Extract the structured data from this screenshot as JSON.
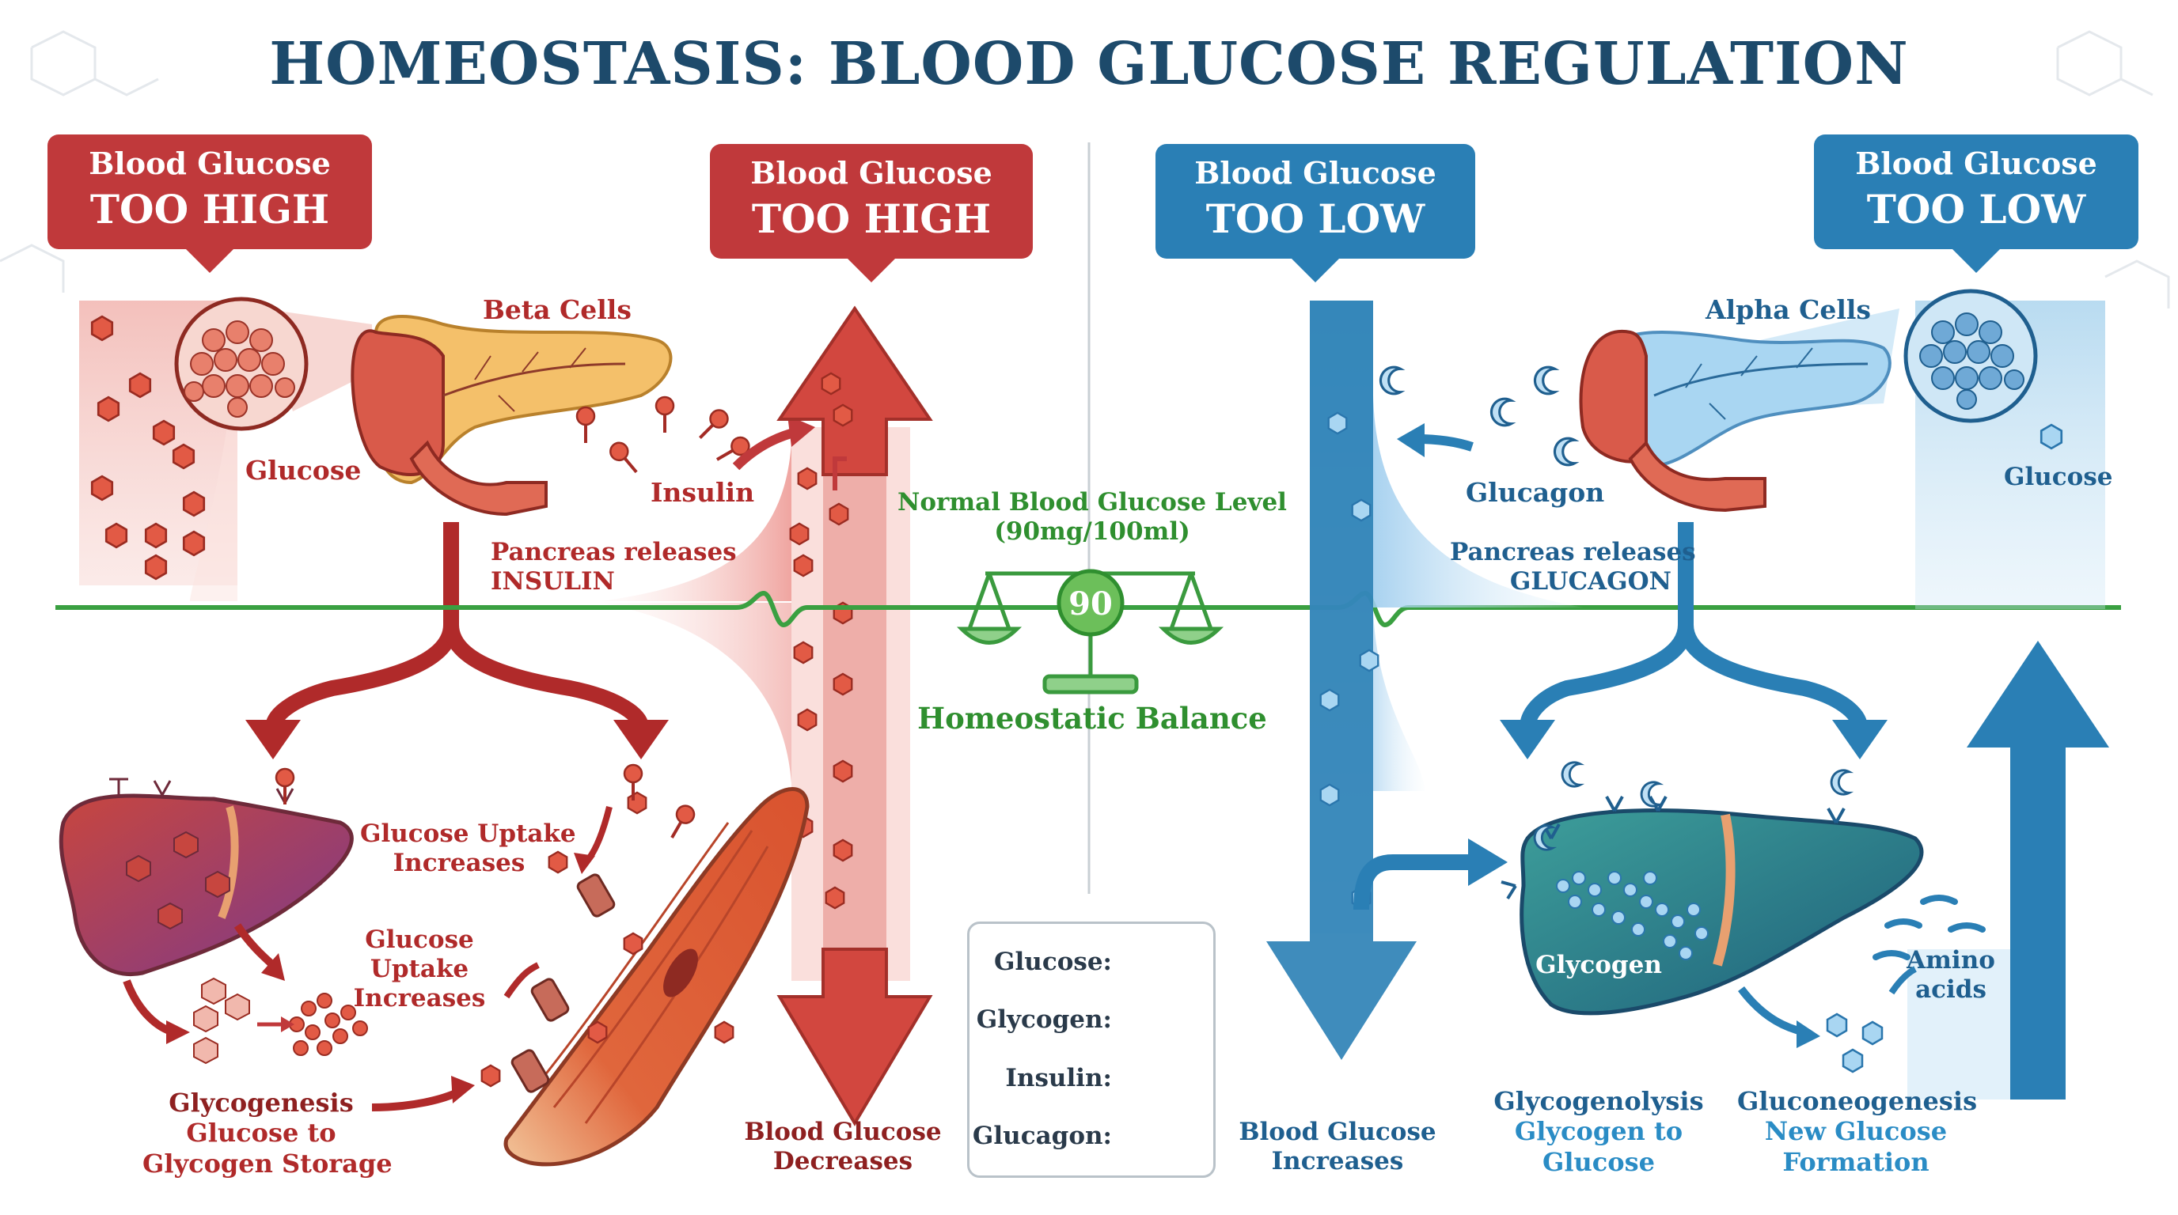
{
  "title": "HOMEOSTASIS: BLOOD GLUCOSE REGULATION",
  "callouts": {
    "high_left": {
      "line1": "Blood Glucose",
      "line2": "TOO HIGH"
    },
    "high_right": {
      "line1": "Blood Glucose",
      "line2": "TOO HIGH"
    },
    "low_left": {
      "line1": "Blood Glucose",
      "line2": "TOO LOW"
    },
    "low_right": {
      "line1": "Blood Glucose",
      "line2": "TOO LOW"
    }
  },
  "high_side": {
    "beta_cells": "Beta Cells",
    "glucose": "Glucose",
    "insulin": "Insulin",
    "pancreas_line1": "Pancreas releases",
    "pancreas_line2": "INSULIN",
    "uptake1_line1": "Glucose Uptake",
    "uptake1_line2": "Increases",
    "uptake2_line1": "Glucose",
    "uptake2_line2": "Uptake",
    "uptake2_line3": "Increases",
    "glycogenesis": "Glycogenesis",
    "glycogenesis_sub1": "Glucose to",
    "glycogenesis_sub2": "Glycogen Storage",
    "decreases_line1": "Blood Glucose",
    "decreases_line2": "Decreases"
  },
  "center": {
    "normal_line1": "Normal Blood Glucose Level",
    "normal_line2": "(90mg/100ml)",
    "scale_value": "90",
    "balance": "Homeostatic Balance"
  },
  "legend": {
    "glucose": "Glucose:",
    "glycogen": "Glycogen:",
    "insulin": "Insulin:",
    "glucagon": "Glucagon:"
  },
  "low_side": {
    "alpha_cells": "Alpha Cells",
    "glucagon": "Glucagon",
    "glucose": "Glucose",
    "pancreas_line1": "Pancreas releases",
    "pancreas_line2": "GLUCAGON",
    "glycogen": "Glycogen",
    "amino_line1": "Amino",
    "amino_line2": "acids",
    "increases_line1": "Blood Glucose",
    "increases_line2": "Increases",
    "glycogenolysis": "Glycogenolysis",
    "glycogenolysis_sub1": "Glycogen to",
    "glycogenolysis_sub2": "Glucose",
    "gluconeogenesis": "Gluconeogenesis",
    "gluconeogenesis_sub1": "New Glucose",
    "gluconeogenesis_sub2": "Formation"
  },
  "colors": {
    "high_red": "#c0393b",
    "low_blue": "#2a7fb5",
    "balance_green": "#2f9a3a",
    "title_navy": "#1d4a6b"
  }
}
